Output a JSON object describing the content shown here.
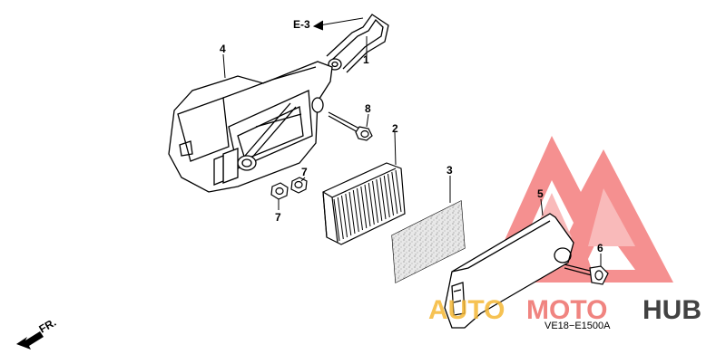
{
  "ref_e3": "E-3",
  "parts": [
    {
      "number": "1"
    },
    {
      "number": "2"
    },
    {
      "number": "3"
    },
    {
      "number": "4"
    },
    {
      "number": "5"
    },
    {
      "number": "6"
    },
    {
      "number": "7"
    },
    {
      "number": "7"
    },
    {
      "number": "8"
    }
  ],
  "front_label": "FR.",
  "drawing_code": "VE18−E1500A",
  "watermark": {
    "auto": "AUTO",
    "moto": "MOTO",
    "hub": "HUB",
    "colors": {
      "auto": "#f5b836",
      "moto": "#ee6f6a",
      "hub": "#222222",
      "triangle": "#f26b6b"
    }
  }
}
